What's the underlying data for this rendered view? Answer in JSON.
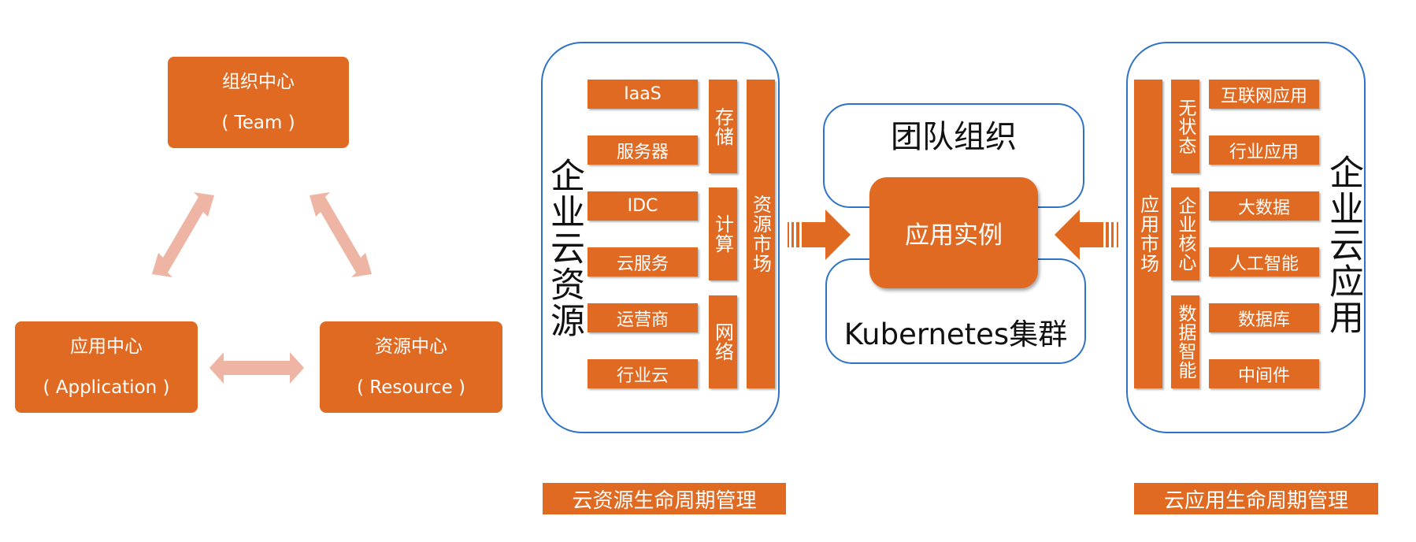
{
  "triangle": {
    "team_center": {
      "title": "组织中心",
      "subtitle": "( Team )"
    },
    "app_center": {
      "title": "应用中心",
      "subtitle": "( Application )"
    },
    "resource_center": {
      "title": "资源中心",
      "subtitle": "( Resource )"
    }
  },
  "cloud_resources": {
    "title": "企业云资源",
    "items": [
      "IaaS",
      "服务器",
      "IDC",
      "云服务",
      "运营商",
      "行业云"
    ],
    "categories": [
      "存储",
      "计算",
      "网络"
    ],
    "market": "资源市场",
    "caption": "云资源生命周期管理"
  },
  "center": {
    "team_org": "团队组织",
    "k8s_cluster": "Kubernetes集群",
    "app_instance": "应用实例"
  },
  "cloud_apps": {
    "title": "企业云应用",
    "market": "应用市场",
    "categories": [
      "无状态",
      "企业核心",
      "数据智能"
    ],
    "items": [
      "互联网应用",
      "行业应用",
      "大数据",
      "人工智能",
      "数据库",
      "中间件"
    ],
    "caption": "云应用生命周期管理"
  },
  "colors": {
    "accent_orange": "#e06a22",
    "arrow_pink": "#eeb5a5",
    "panel_border_blue": "#2f73c7"
  }
}
